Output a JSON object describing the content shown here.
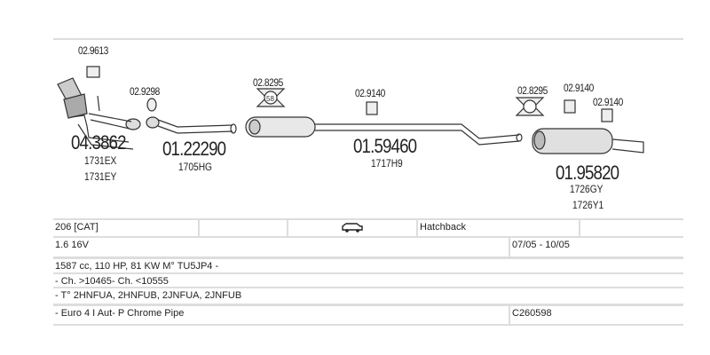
{
  "diagram": {
    "parts": [
      {
        "code": "04.3862",
        "refs": [
          "1731EX",
          "1731EY"
        ]
      },
      {
        "code": "01.22290",
        "refs": [
          "1705HG"
        ]
      },
      {
        "code": "01.59460",
        "refs": [
          "1717H9"
        ]
      },
      {
        "code": "01.95820",
        "refs": [
          "1726GY",
          "1726Y1"
        ]
      }
    ],
    "accessories": [
      "02.9613",
      "02.9298",
      "02.8295",
      "02.9140",
      "02.8295",
      "02.9140",
      "02.9140"
    ],
    "clamp_size": "58"
  },
  "table": {
    "model": "206  [CAT]",
    "body": "Hatchback",
    "engine": "1.6 16V",
    "dates": "07/05 - 10/05",
    "spec": "1587 cc, 110 HP, 81 KW M° TU5JP4 -",
    "chassis": "- Ch. >10465- Ch. <10555",
    "types": "- T° 2HNFUA, 2HNFUB, 2JNFUA, 2JNFUB",
    "notes": "- Euro 4  I Aut-  P Chrome Pipe",
    "code": "C260598"
  }
}
